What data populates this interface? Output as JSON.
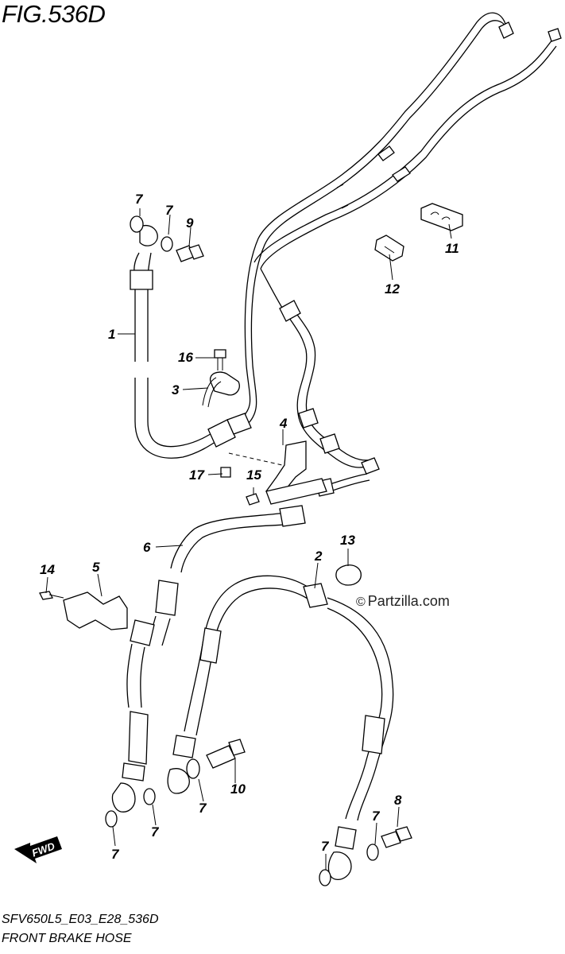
{
  "figure": {
    "title": "FIG.536D",
    "code": "SFV650L5_E03_E28_536D",
    "name": "FRONT BRAKE HOSE",
    "watermark": "Partzilla.com",
    "watermark_symbol": "©",
    "fwd_label": "FWD"
  },
  "callouts": {
    "n1": "1",
    "n2": "2",
    "n3": "3",
    "n4": "4",
    "n5": "5",
    "n6": "6",
    "n7": "7",
    "n8": "8",
    "n9": "9",
    "n10": "10",
    "n11": "11",
    "n12": "12",
    "n13": "13",
    "n14": "14",
    "n15": "15",
    "n16": "16",
    "n17": "17"
  },
  "colors": {
    "line": "#000000",
    "background": "#ffffff"
  }
}
